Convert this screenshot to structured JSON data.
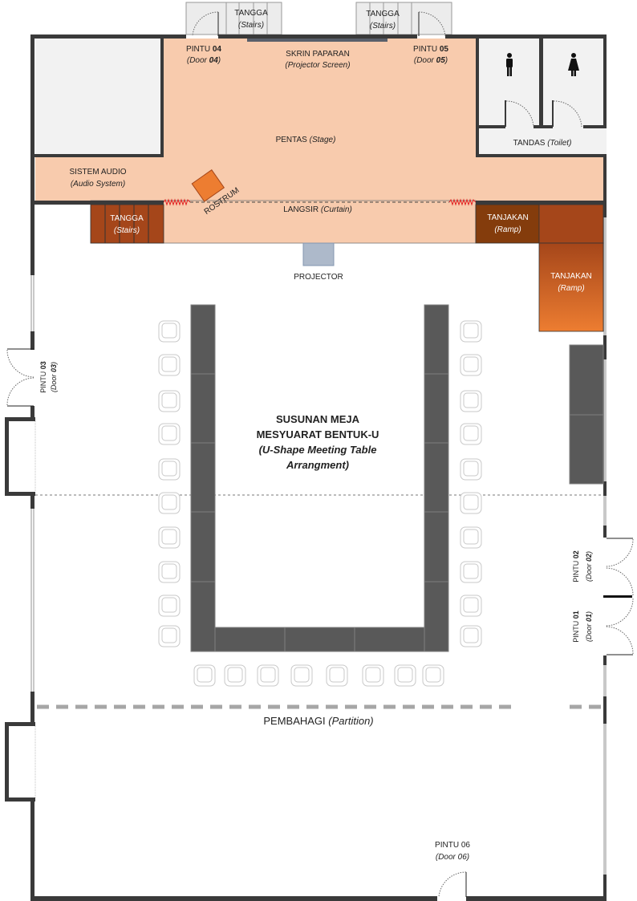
{
  "labels": {
    "stairs_top_left": {
      "main": "TANGGA",
      "sub": "(Stairs)"
    },
    "stairs_top_right": {
      "main": "TANGGA",
      "sub": "(Stairs)"
    },
    "stairs_stage": {
      "main": "TANGGA",
      "sub": "(Stairs)"
    },
    "door04": {
      "main": "PINTU ",
      "num": "04",
      "sub": "(Door ",
      "subnum": "04",
      "close": ")"
    },
    "door05": {
      "main": "PINTU ",
      "num": "05",
      "sub": "(Door ",
      "subnum": "05",
      "close": ")"
    },
    "door03": {
      "main": "PINTU ",
      "num": "03",
      "sub": "(Door ",
      "subnum": "03",
      "close": ")"
    },
    "door02": {
      "main": "PINTU ",
      "num": "02",
      "sub": "(Door ",
      "subnum": "02",
      "close": ")"
    },
    "door01": {
      "main": "PINTU ",
      "num": "01",
      "sub": "(Door ",
      "subnum": "01",
      "close": ")"
    },
    "door06": {
      "main": "PINTU 06",
      "sub": "(Door 06)"
    },
    "screen": {
      "main": "SKRIN PAPARAN",
      "sub": "(Projector Screen)"
    },
    "stage": {
      "main": "PENTAS ",
      "sub": "(Stage)"
    },
    "toilet": {
      "main": "TANDAS ",
      "sub": "(Toilet)"
    },
    "audio": {
      "main": "SISTEM AUDIO",
      "sub": "(Audio System)"
    },
    "rostrum": "ROSTRUM",
    "curtain": {
      "main": "LANGSIR ",
      "sub": "(Curtain)"
    },
    "ramp1": {
      "main": "TANJAKAN",
      "sub": "(Ramp)"
    },
    "ramp2": {
      "main": "TANJAKAN",
      "sub": "(Ramp)"
    },
    "projector": "PROJECTOR",
    "arrangement": {
      "line1": "SUSUNAN MEJA",
      "line2": "MESYUARAT BENTUK-U",
      "line3": "(U-Shape Meeting Table",
      "line4": "Arrangment)"
    },
    "partition": {
      "main": "PEMBAHAGI ",
      "sub": "(Partition)"
    }
  },
  "icons": {
    "toilet_male": "male-person-icon",
    "toilet_female": "female-person-icon"
  },
  "colors": {
    "stage": "#f8cbad",
    "room_gray": "#f2f2f2",
    "stairs_brown": "#a5461a",
    "ramp_dark": "#843c0c",
    "ramp_orange": "#ed7d31",
    "rostrum": "#ed7d31",
    "table": "#595959",
    "curtain_zigzag": "#e02020",
    "projector": "#adb9ca",
    "screen": "#595f6a"
  }
}
